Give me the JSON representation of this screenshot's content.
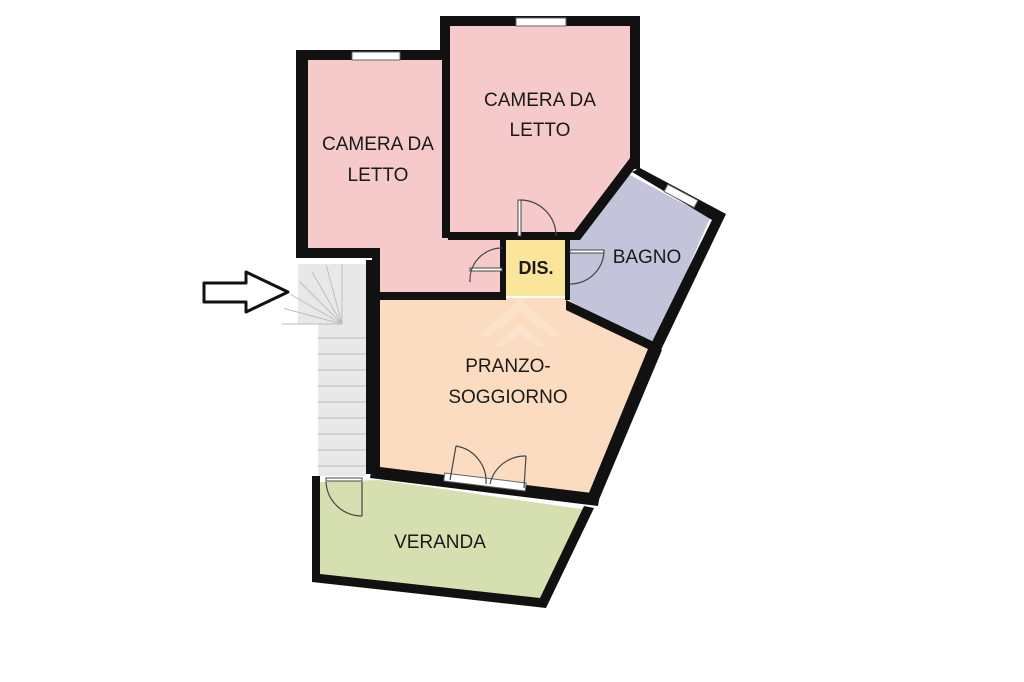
{
  "colors": {
    "bedroom": "#f6caca",
    "corridor": "#fbe59a",
    "bathroom": "#c3c3da",
    "living": "#fbdcc0",
    "veranda": "#d6dfb0",
    "stairs": "#e8e8e8",
    "wall": "#111111"
  },
  "rooms": {
    "bedroom_left": {
      "line1": "CAMERA DA",
      "line2": "LETTO"
    },
    "bedroom_right": {
      "line1": "CAMERA DA",
      "line2": "LETTO"
    },
    "corridor": {
      "label": "DIS."
    },
    "bathroom": {
      "label": "BAGNO"
    },
    "living": {
      "line1": "PRANZO-",
      "line2": "SOGGIORNO"
    },
    "veranda": {
      "label": "VERANDA"
    }
  },
  "icons": {
    "entrance": "entrance-arrow-icon",
    "watermark": "house-watermark-icon"
  }
}
